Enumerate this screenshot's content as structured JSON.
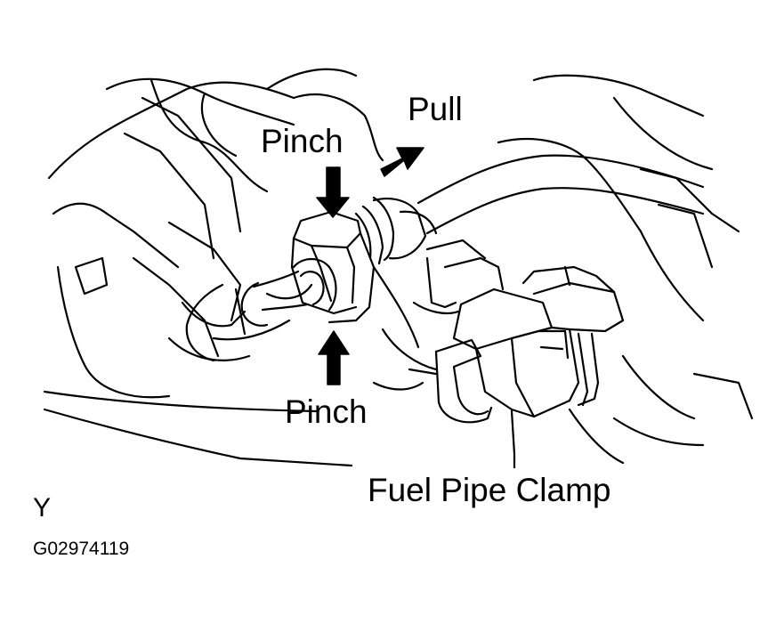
{
  "labels": {
    "pull": "Pull",
    "pinch_top": "Pinch",
    "pinch_bottom": "Pinch",
    "clamp": "Fuel Pipe Clamp",
    "view_letter": "Y",
    "figure_code": "G02974119"
  },
  "icons": {
    "pull_arrow": "arrow-up-right-icon",
    "pinch_arrow_down": "arrow-down-icon",
    "pinch_arrow_up": "arrow-up-icon"
  },
  "colors": {
    "ink": "#000000",
    "paper": "#ffffff"
  }
}
